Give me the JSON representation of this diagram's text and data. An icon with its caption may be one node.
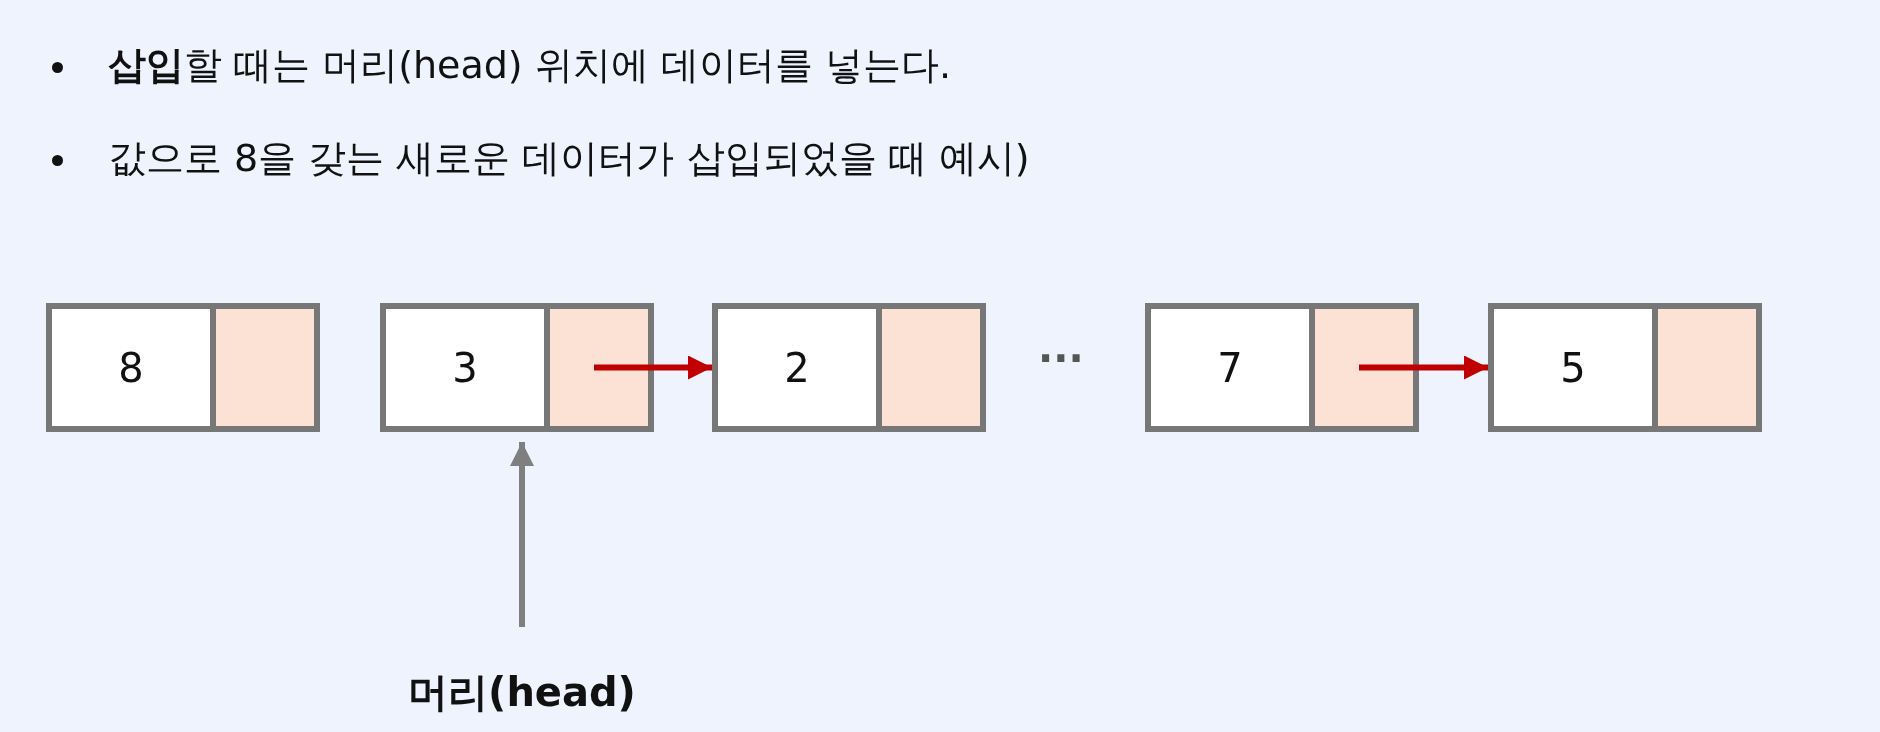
{
  "diagram": {
    "nodes": [
      {
        "text": [
          "8"
        ]
      },
      {
        "text": [],
        "shape": "box"
      },
      {
        "text": [
          "3"
        ]
      },
      {
        "text": [],
        "shape": "box"
      },
      {
        "text": [
          "2"
        ]
      },
      {
        "text": [],
        "shape": "box"
      },
      {
        "text": [
          "7"
        ]
      },
      {
        "text": [],
        "shape": "box"
      },
      {
        "text": [
          "5"
        ]
      },
      {
        "text": [],
        "shape": "box"
      },
      {
        "text": [
          "머리(head)"
        ]
      }
    ],
    "edges": [
      {
        "from": 3,
        "to": 4,
        "arrow": "to"
      },
      {
        "from": 7,
        "to": 8,
        "arrow": "to"
      },
      {
        "from": 10,
        "to": 2,
        "arrow": "to",
        "color": "#7f7f7f"
      }
    ],
    "labels": [
      "**삽입**할 때는 머리(head) 위치에 데이터를 넣는다.",
      "값으로 8을 갖는 새로운 데이터가 삽입되었을 때 예시)",
      "···"
    ]
  }
}
